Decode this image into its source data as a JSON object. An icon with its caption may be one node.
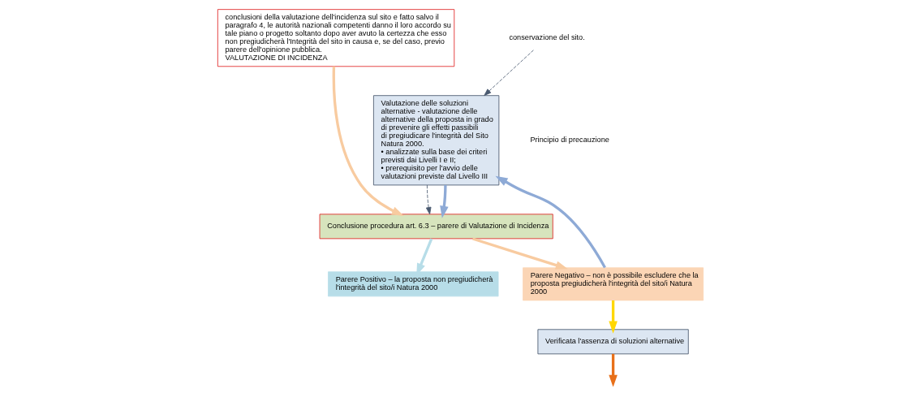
{
  "diagram": {
    "nodes": [
      {
        "text": [
          "conclusioni della valutazione dell'incidenza sul sito e fatto salvo il paragrafo 4, le autorità nazionali competenti danno il loro accordo su tale piano o progetto soltanto dopo aver avuto la certezza che esso non pregiudicherà l'Integrità del sito in causa e, se del caso, previo parere dell'opinione pubblica.",
          "VALUTAZIONE DI INCIDENZA"
        ]
      },
      {
        "text": [
          "conservazione del sito."
        ]
      },
      {
        "text": [
          "Valutazione delle soluzioni alternative - valutazione delle alternative della proposta in grado di prevenire gli effetti passibili di pregiudicare l'integrità del Sito Natura 2000.",
          "• analizzate sulla base dei criteri previsti dai Livelli I e II;",
          "• prerequisito per l'avvio delle valutazioni previste dal Livello III"
        ]
      },
      {
        "text": [
          "Conclusione procedura art. 6.3 – parere di Valutazione di Incidenza"
        ]
      },
      {
        "text": [
          "Parere Positivo – la proposta non pregiudicherà l'integrità del sito/i Natura 2000"
        ]
      },
      {
        "text": [
          "Parere Negativo – non è possibile escludere che la proposta pregiudicherà l'integrità del sito/i Natura 2000"
        ]
      },
      {
        "text": [
          "Verificata l'assenza di soluzioni alternative"
        ]
      }
    ],
    "edges": [
      {
        "from": 1,
        "to": 2,
        "arrow": "to",
        "style": "dashed"
      },
      {
        "from": 2,
        "to": 3,
        "arrow": "to",
        "style": "dashed"
      },
      {
        "from": 0,
        "to": 3,
        "arrow": "to",
        "color": "#f8cba0"
      },
      {
        "from": 2,
        "to": 3,
        "arrow": "to",
        "color": "#8eaad6"
      },
      {
        "from": 3,
        "to": 4,
        "arrow": "to",
        "color": "#b7dde8"
      },
      {
        "from": 3,
        "to": 5,
        "arrow": "to",
        "color": "#f8cba0"
      },
      {
        "from": 5,
        "to": 6,
        "arrow": "to",
        "color": "#ffd700"
      },
      {
        "from": 5,
        "to": 2,
        "arrow": "to",
        "color": "#8eaad6"
      },
      {
        "from": 6,
        "to": null,
        "arrow": "to",
        "color": "#e8701a"
      }
    ],
    "labels": [
      "Principio di precauzione"
    ]
  }
}
